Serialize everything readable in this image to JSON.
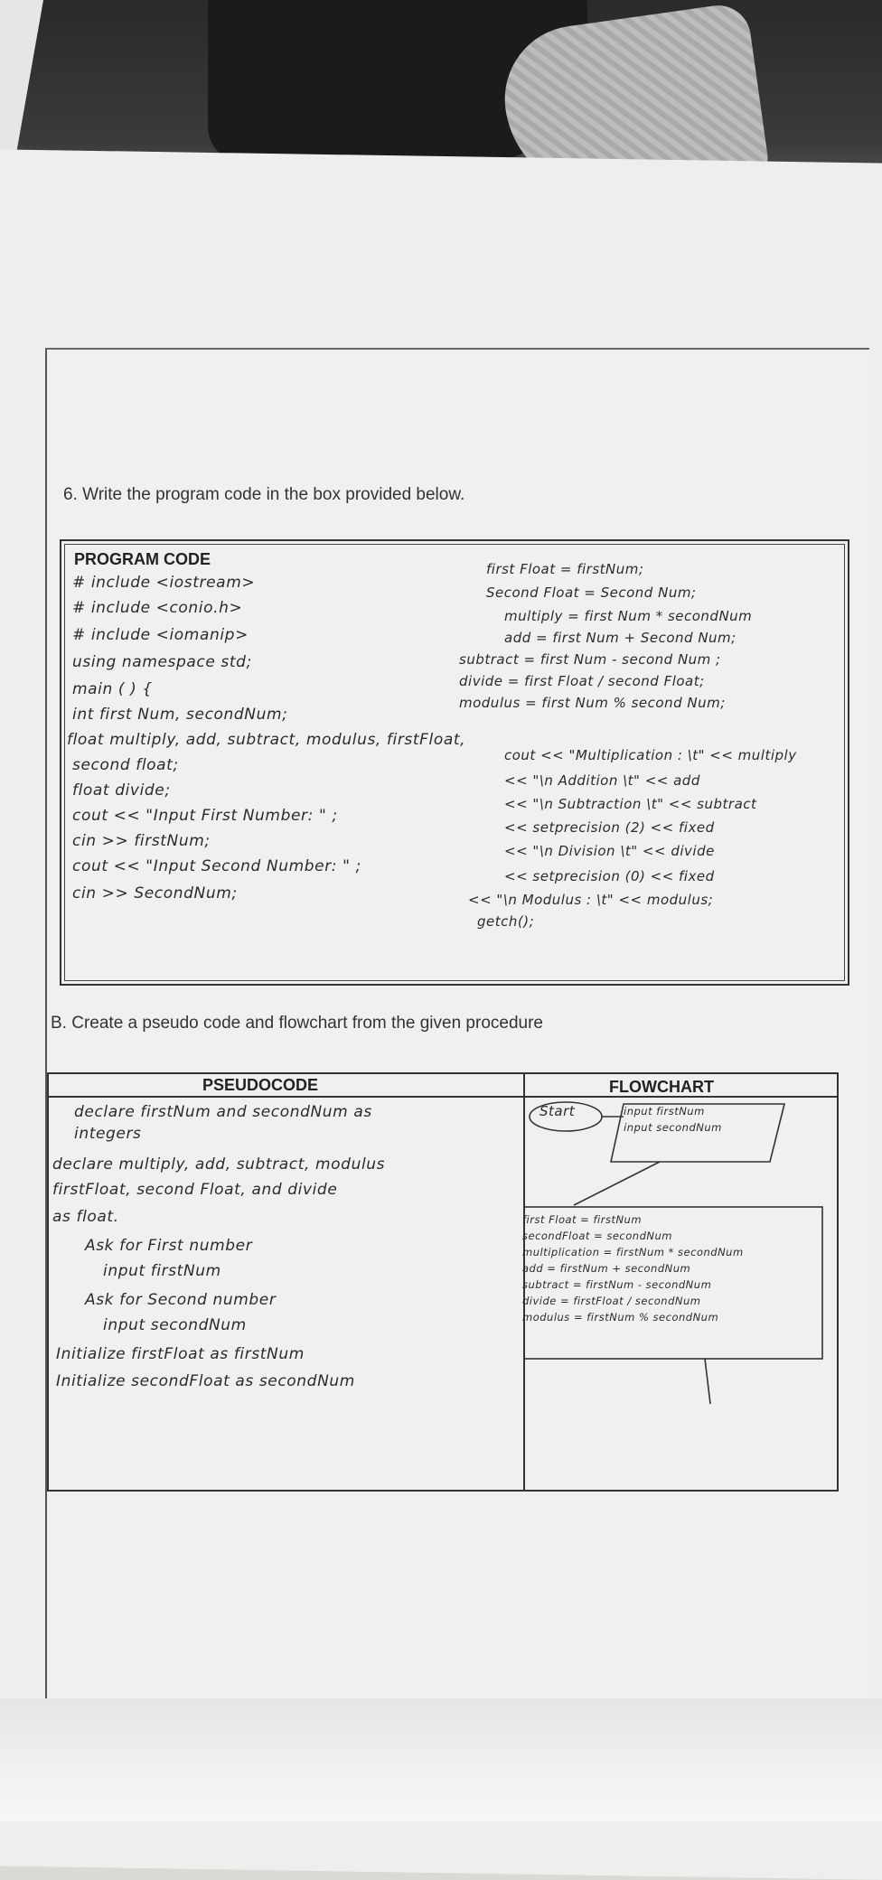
{
  "question6": {
    "prompt": "6. Write the program code in the box provided below.",
    "program_code_label": "PROGRAM CODE",
    "left_lines": [
      "# include <iostream>",
      "# include <conio.h>",
      "# include <iomanip>",
      "using namespace std;",
      "main ( ) {",
      "int first Num, secondNum;",
      "float multiply, add, subtract, modulus, firstFloat,",
      "second float;",
      "float divide;",
      "cout << \"Input First Number: \" ;",
      "cin >> firstNum;",
      "cout << \"Input Second Number: \" ;",
      "cin >> SecondNum;"
    ],
    "right_lines": [
      "first Float = firstNum;",
      "Second Float = Second Num;",
      "multiply = first Num * secondNum",
      "add = first Num + Second Num;",
      "subtract = first Num - second Num ;",
      "divide = first Float / second Float;",
      "modulus = first Num % second Num;",
      "cout << \"Multiplication : \\t\" << multiply",
      "<< \"\\n Addition \\t\" << add",
      "<< \"\\n Subtraction \\t\" << subtract",
      "<< setprecision (2) << fixed",
      "<< \"\\n Division \\t\" << divide",
      "<< setprecision (0) << fixed",
      "<< \"\\n Modulus : \\t\" << modulus;",
      "getch();"
    ]
  },
  "partB": {
    "prompt": "B. Create a pseudo code and flowchart from the given procedure",
    "pseudocode_label": "PSEUDOCODE",
    "flowchart_label": "FLOWCHART",
    "pseudocode_lines": [
      "declare firstNum and secondNum as",
      "integers",
      "declare multiply, add, subtract, modulus",
      "firstFloat, second Float, and divide",
      "as float.",
      "Ask for First number",
      "input firstNum",
      "Ask for Second number",
      "input secondNum",
      "Initialize firstFloat as firstNum",
      "Initialize secondFloat as secondNum"
    ],
    "flowchart": {
      "start": "Start",
      "input_lines": [
        "input firstNum",
        "input secondNum"
      ],
      "process_lines": [
        "first Float = firstNum",
        "secondFloat = secondNum",
        "multiplication = firstNum * secondNum",
        "add = firstNum + secondNum",
        "subtract = firstNum - secondNum",
        "divide = firstFloat / secondNum",
        "modulus = firstNum % secondNum"
      ]
    }
  }
}
